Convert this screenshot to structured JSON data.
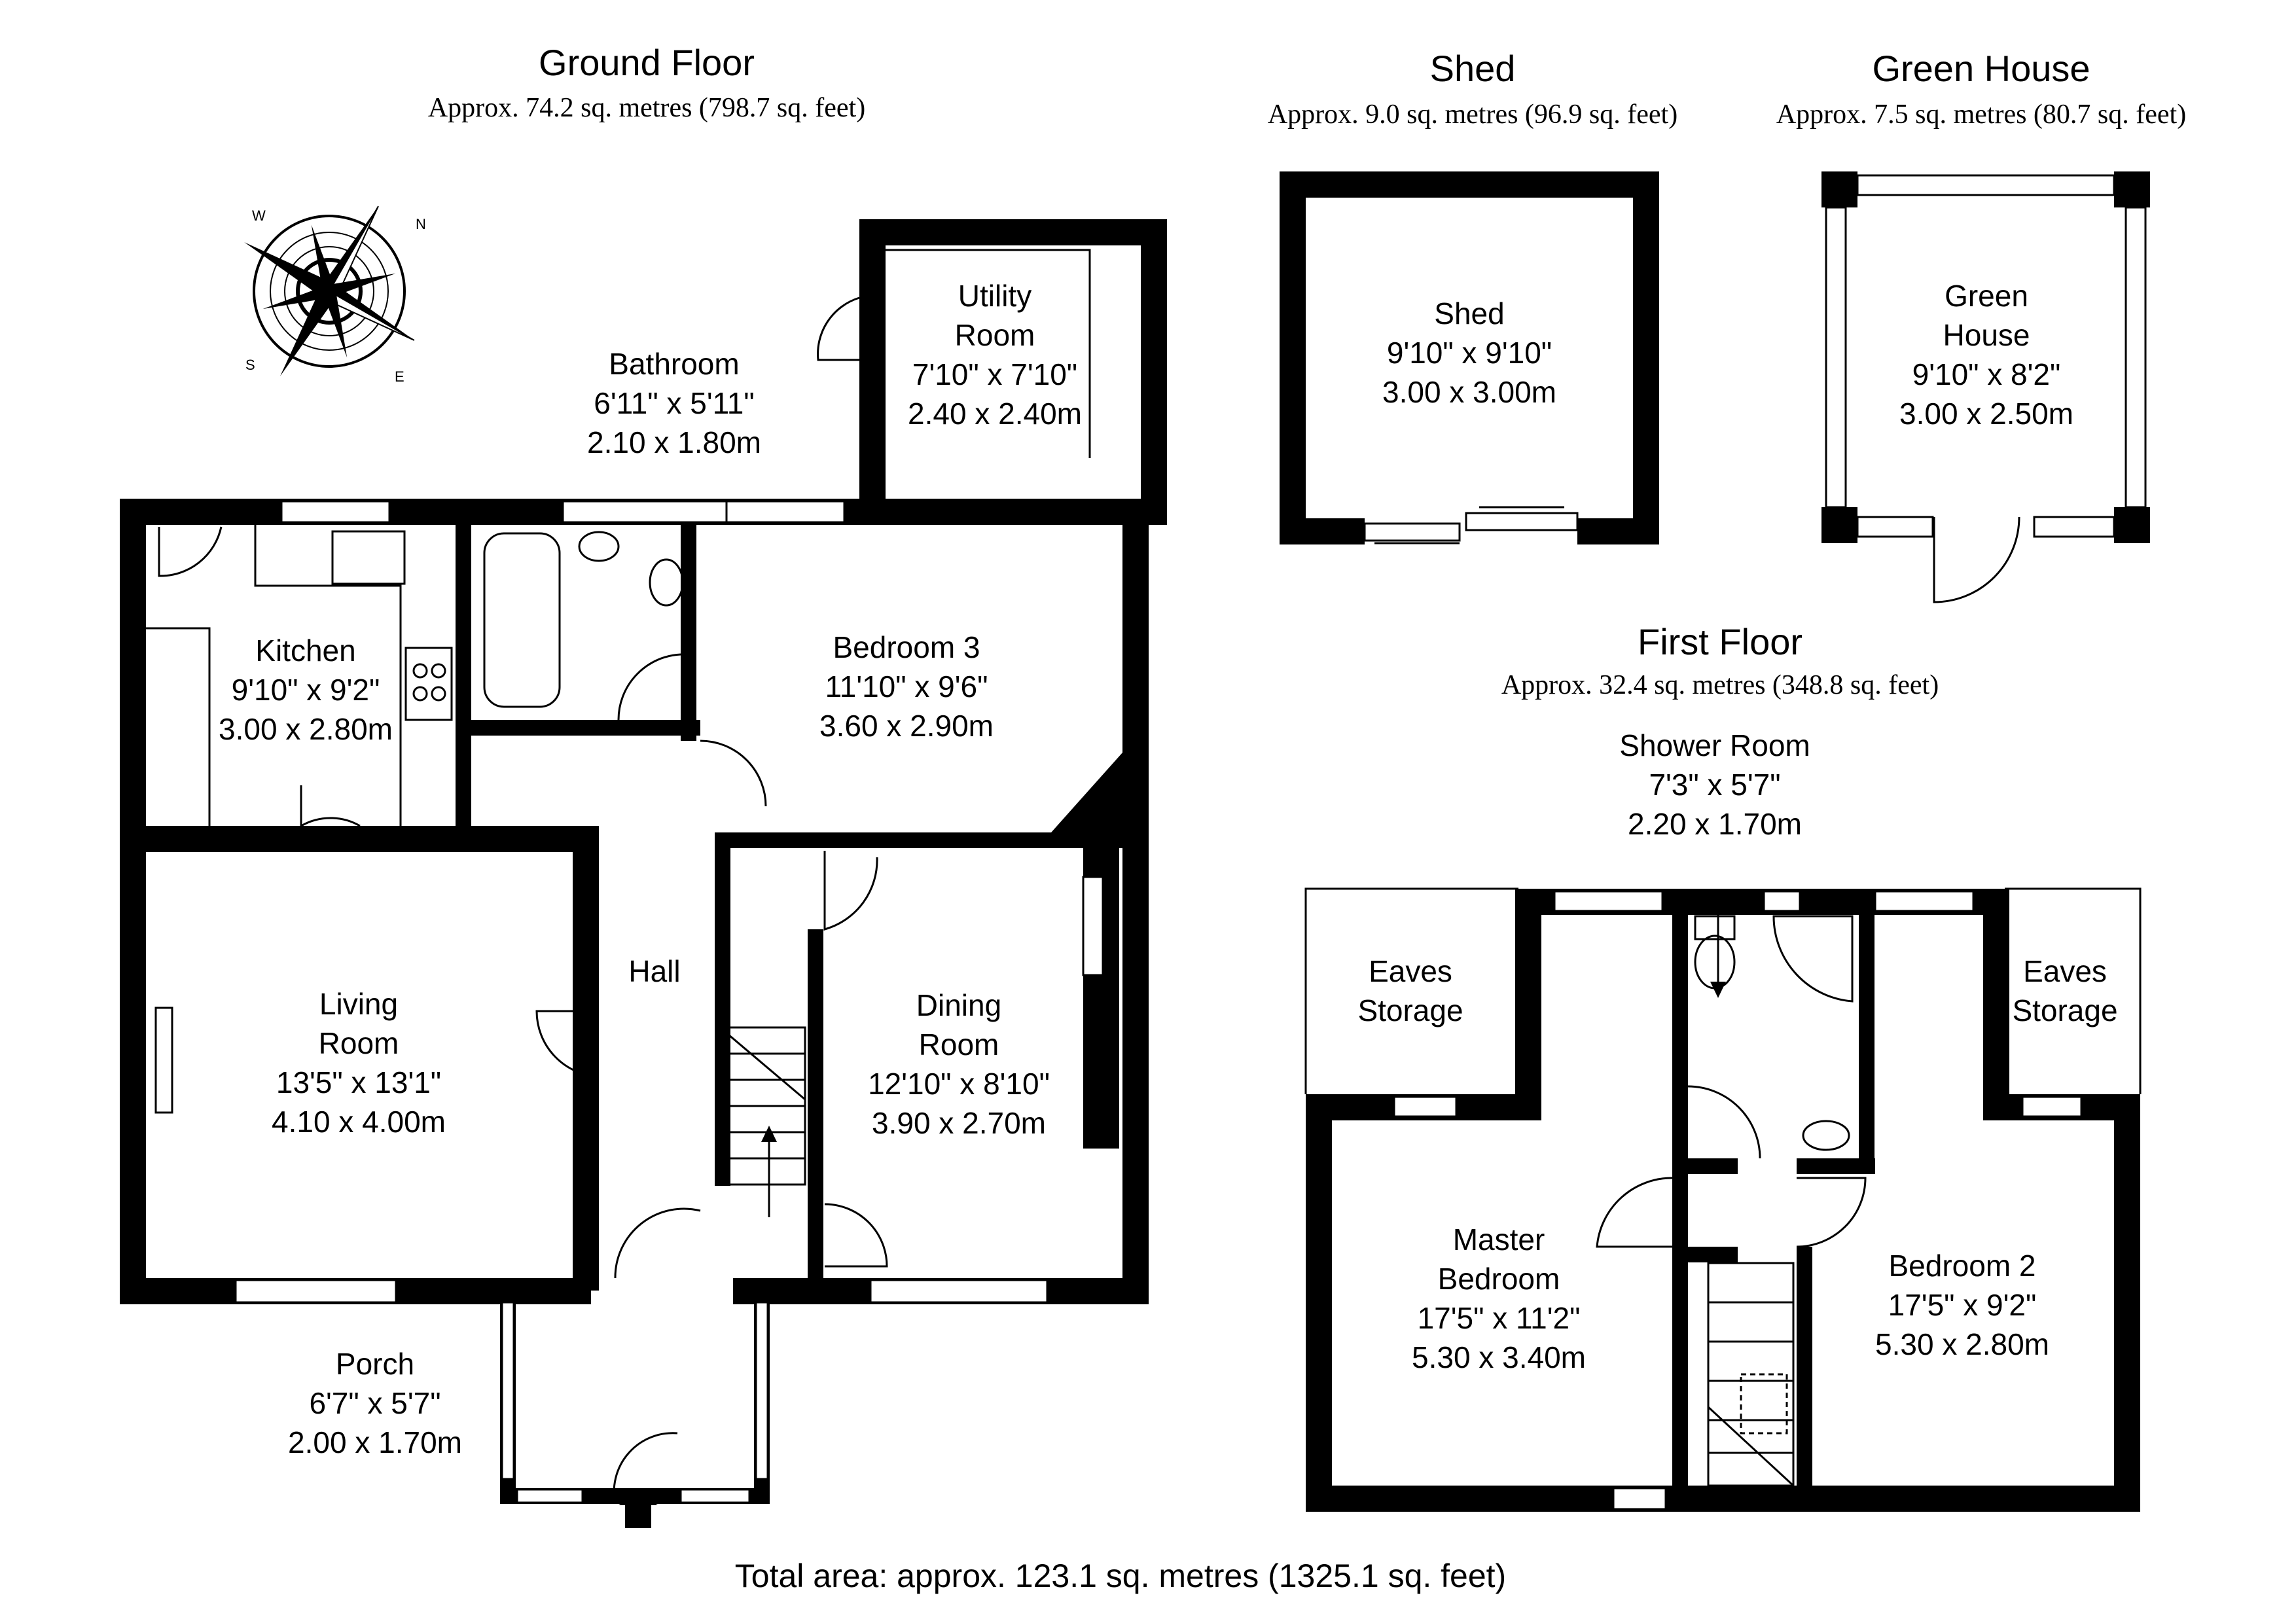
{
  "plans": {
    "ground": {
      "title": "Ground Floor",
      "area": "Approx. 74.2 sq. metres (798.7 sq. feet)"
    },
    "shed": {
      "title": "Shed",
      "area": "Approx. 9.0 sq. metres (96.9 sq. feet)"
    },
    "greenhouse": {
      "title": "Green House",
      "area": "Approx. 7.5 sq. metres (80.7 sq. feet)"
    },
    "first": {
      "title": "First Floor",
      "area": "Approx. 32.4 sq. metres (348.8 sq. feet)"
    }
  },
  "rooms": {
    "utility": {
      "l1": "Utility",
      "l2": "Room",
      "imp": "7'10\" x 7'10\"",
      "met": "2.40 x 2.40m"
    },
    "bathroom": {
      "l1": "Bathroom",
      "imp": "6'11\" x 5'11\"",
      "met": "2.10 x 1.80m"
    },
    "kitchen": {
      "l1": "Kitchen",
      "imp": "9'10\" x 9'2\"",
      "met": "3.00 x 2.80m"
    },
    "bedroom3": {
      "l1": "Bedroom 3",
      "imp": "11'10\" x 9'6\"",
      "met": "3.60 x 2.90m"
    },
    "hall": {
      "l1": "Hall"
    },
    "living": {
      "l1": "Living",
      "l2": "Room",
      "imp": "13'5\" x 13'1\"",
      "met": "4.10 x 4.00m"
    },
    "dining": {
      "l1": "Dining",
      "l2": "Room",
      "imp": "12'10\" x 8'10\"",
      "met": "3.90 x 2.70m"
    },
    "porch": {
      "l1": "Porch",
      "imp": "6'7\" x 5'7\"",
      "met": "2.00 x 1.70m"
    },
    "shed": {
      "l1": "Shed",
      "imp": "9'10\" x 9'10\"",
      "met": "3.00 x 3.00m"
    },
    "greenhouse": {
      "l1": "Green",
      "l2": "House",
      "imp": "9'10\" x 8'2\"",
      "met": "3.00 x 2.50m"
    },
    "shower": {
      "l1": "Shower Room",
      "imp": "7'3\" x 5'7\"",
      "met": "2.20 x 1.70m"
    },
    "eaves_left": {
      "l1": "Eaves",
      "l2": "Storage"
    },
    "eaves_right": {
      "l1": "Eaves",
      "l2": "Storage"
    },
    "master": {
      "l1": "Master",
      "l2": "Bedroom",
      "imp": "17'5\" x 11'2\"",
      "met": "5.30 x 3.40m"
    },
    "bedroom2": {
      "l1": "Bedroom 2",
      "imp": "17'5\" x 9'2\"",
      "met": "5.30 x 2.80m"
    }
  },
  "compass": {
    "north": "N",
    "south": "S",
    "east": "E",
    "west": "W"
  },
  "total": "Total area: approx. 123.1 sq. metres (1325.1 sq. feet)"
}
